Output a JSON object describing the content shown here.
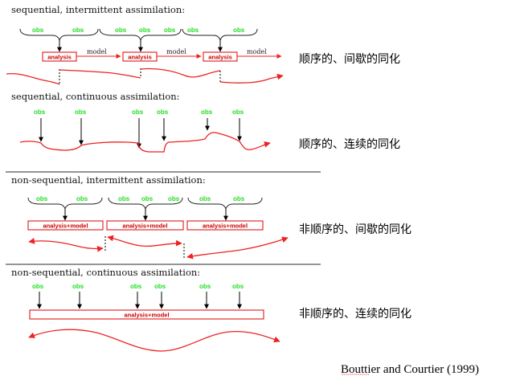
{
  "panels": [
    {
      "title": "sequential, intermittent assimilation:",
      "chinese_label": "顺序的、间歇的同化",
      "box_label": "analysis",
      "model_label": "model",
      "obs_label": "obs"
    },
    {
      "title": "sequential, continuous assimilation:",
      "chinese_label": "顺序的、连续的同化",
      "obs_label": "obs"
    },
    {
      "title": "non-sequential, intermittent assimilation:",
      "chinese_label": "非顺序的、间歇的同化",
      "box_label": "analysis+model",
      "obs_label": "obs"
    },
    {
      "title": "non-sequential, continuous assimilation:",
      "chinese_label": "非顺序的、连续的同化",
      "box_label": "analysis+model",
      "obs_label": "obs"
    }
  ],
  "citation": "Bouttier and Courtier (1999)",
  "colors": {
    "obs": "#22dd22",
    "analysis": "#dd0000",
    "trajectory": "#ee2222",
    "divider": "#555555"
  }
}
